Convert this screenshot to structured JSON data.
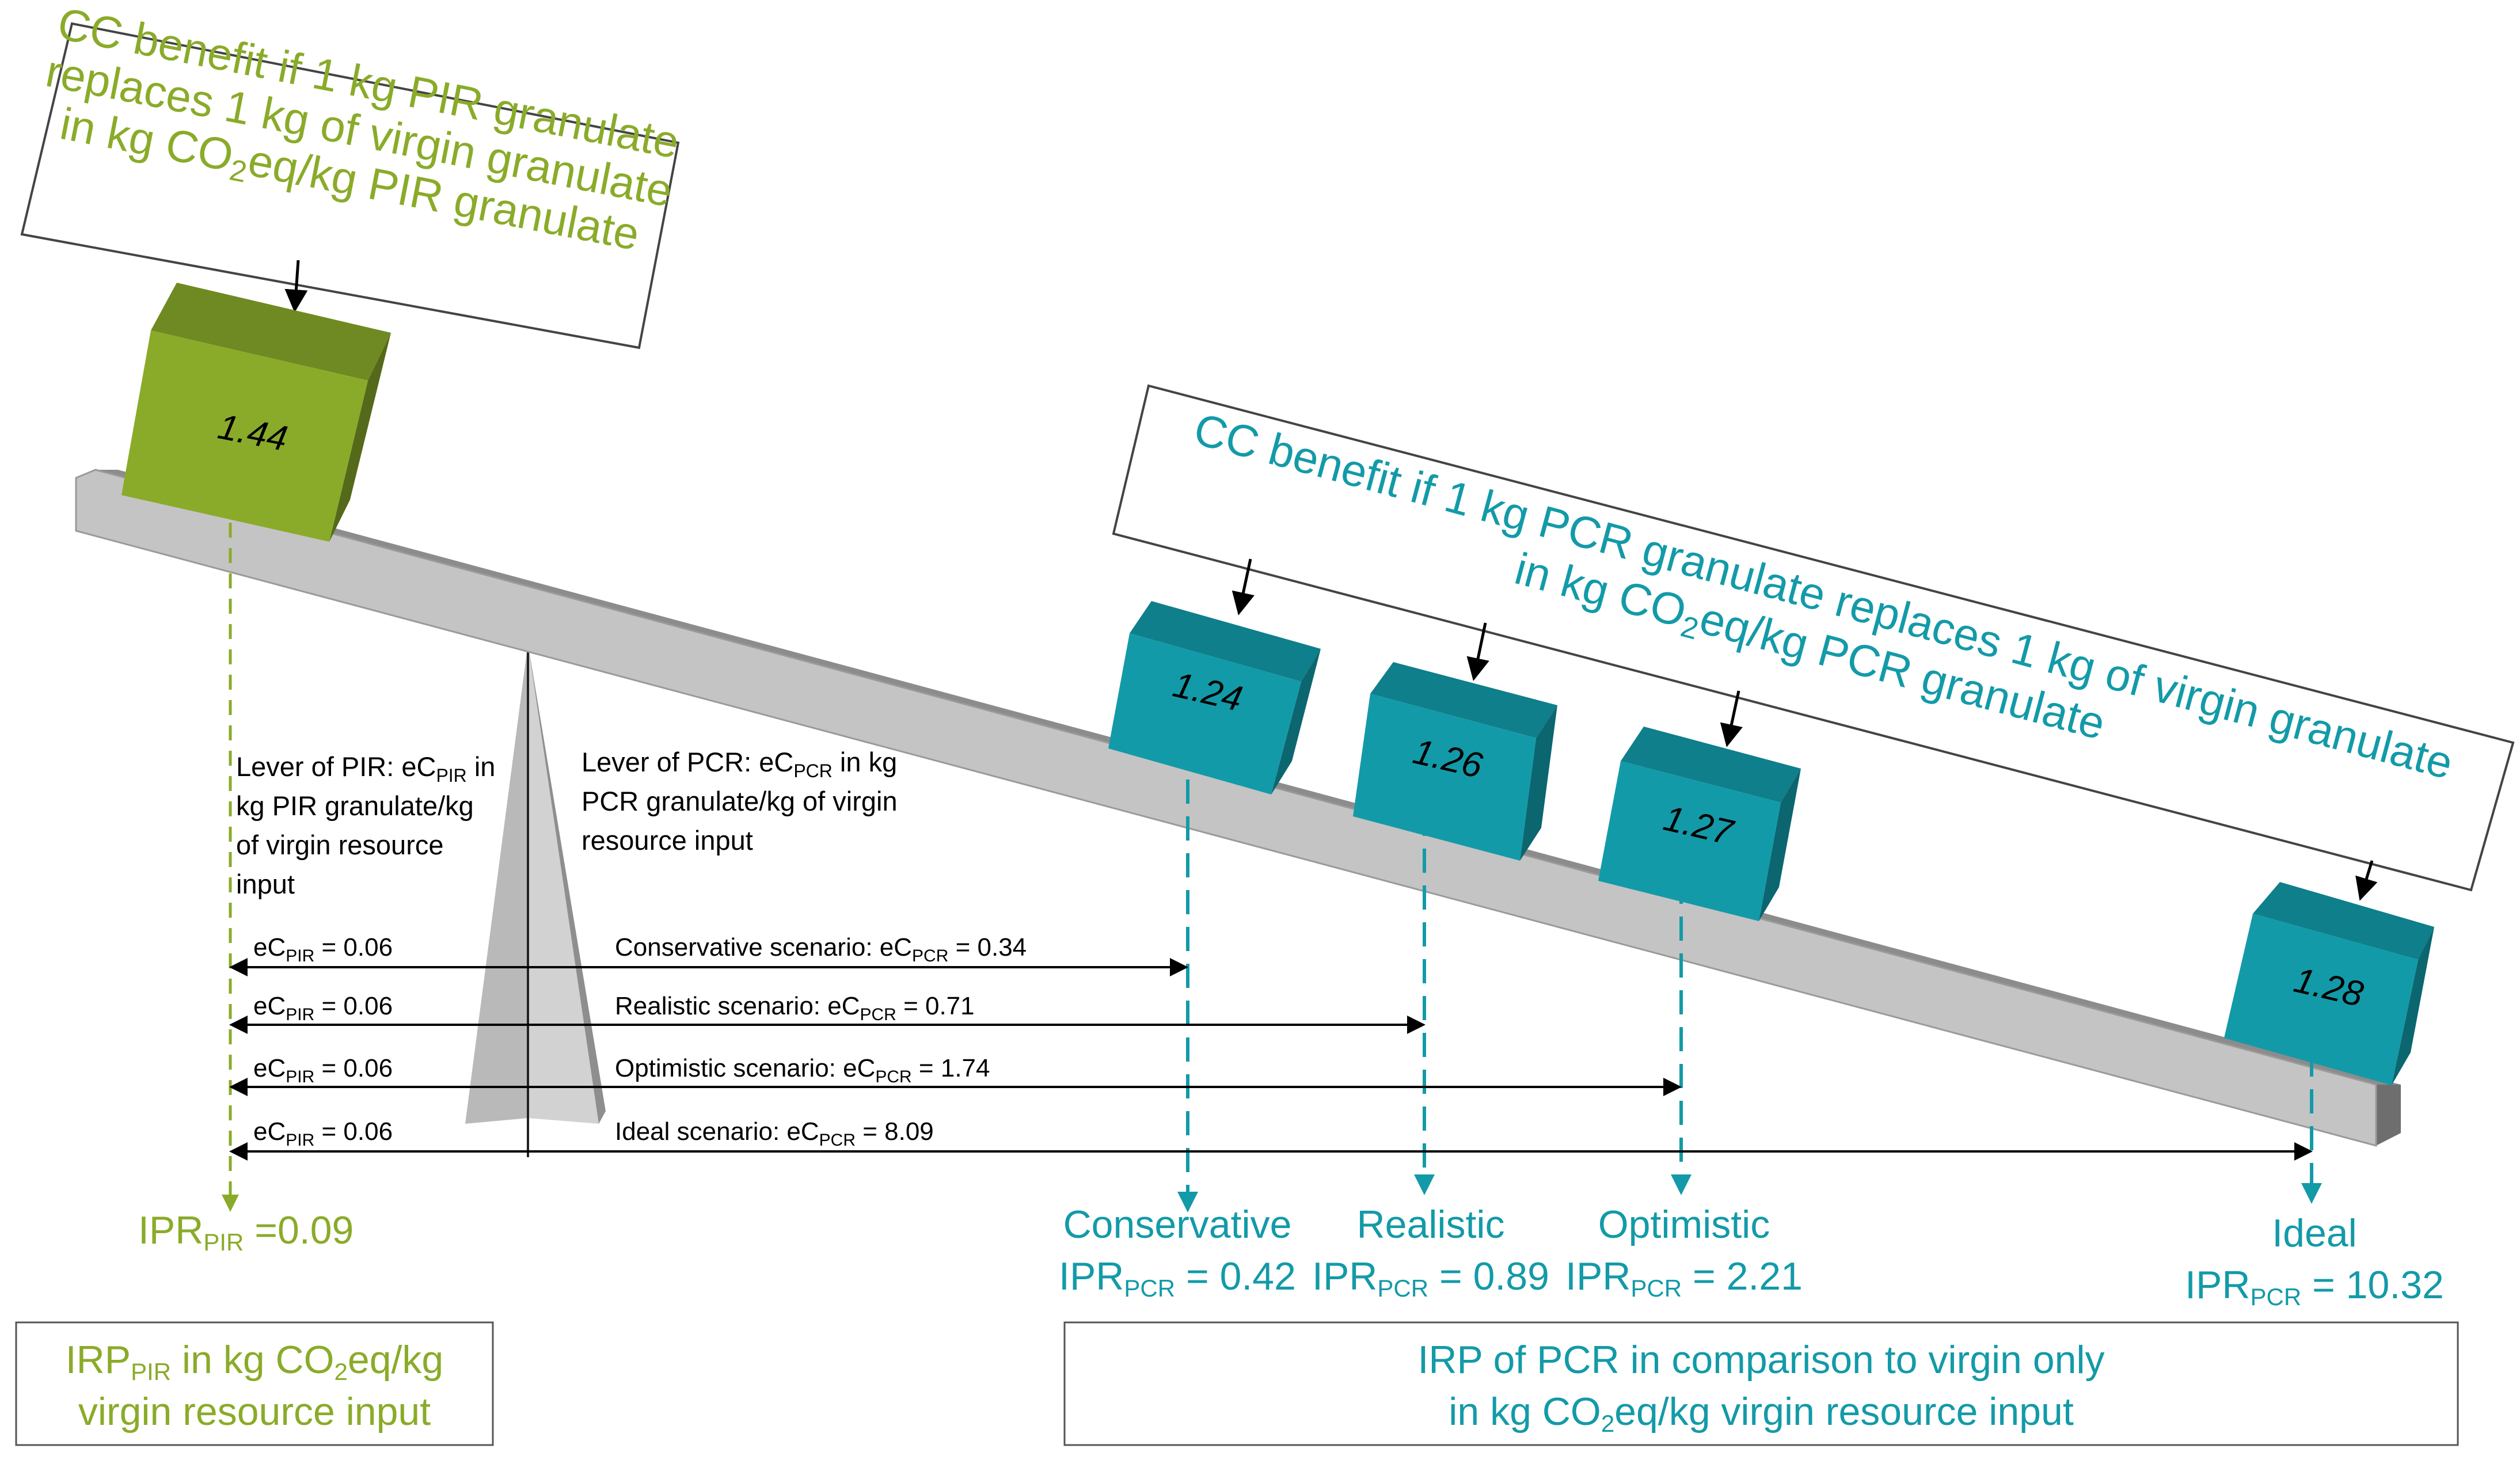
{
  "pir_callout": {
    "line1": "CC benefit if 1 kg PIR granulate",
    "line2": "replaces 1 kg of virgin granulate",
    "line3_a": "in kg CO",
    "line3_sub": "2",
    "line3_b": "eq/kg PIR granulate"
  },
  "pcr_callout": {
    "line1": "CC benefit if 1 kg PCR granulate replaces 1 kg of virgin granulate",
    "line2_a": "in kg CO",
    "line2_sub": "2",
    "line2_b": "eq/kg PCR granulate"
  },
  "blocks": {
    "pir": "1.44",
    "conservative": "1.24",
    "realistic": "1.26",
    "optimistic": "1.27",
    "ideal": "1.28"
  },
  "lever_pir": {
    "l1_a": "Lever of PIR: eC",
    "l1_sub": "PIR",
    "l1_b": " in",
    "l2": "kg PIR granulate/kg",
    "l3": "of virgin resource",
    "l4": "input"
  },
  "lever_pcr": {
    "l1_a": "Lever of PCR: eC",
    "l1_sub": "PCR",
    "l1_b": " in kg",
    "l2": "PCR granulate/kg of virgin",
    "l3": "resource input"
  },
  "ecpir": {
    "a": "eC",
    "sub": "PIR",
    "b": " = 0.06"
  },
  "scenarios": [
    {
      "a": "Conservative scenario: eC",
      "sub": "PCR",
      "b": " = 0.34"
    },
    {
      "a": "Realistic scenario: eC",
      "sub": "PCR",
      "b": " = 0.71"
    },
    {
      "a": "Optimistic scenario: eC",
      "sub": "PCR",
      "b": " = 1.74"
    },
    {
      "a": "Ideal scenario: eC",
      "sub": "PCR",
      "b": " = 8.09"
    }
  ],
  "ipr_pir": {
    "a": "IPR",
    "sub": "PIR",
    "b": " =0.09"
  },
  "ipr_pcr": [
    {
      "name": "Conservative",
      "a": "IPR",
      "sub": "PCR",
      "b": " = 0.42"
    },
    {
      "name": "Realistic",
      "a": "IPR",
      "sub": "PCR",
      "b": " = 0.89"
    },
    {
      "name": "Optimistic",
      "a": "IPR",
      "sub": "PCR",
      "b": " = 2.21"
    },
    {
      "name": "Ideal",
      "a": "IPR",
      "sub": "PCR",
      "b": " = 10.32"
    }
  ],
  "legend_pir": {
    "l1_a": "IRP",
    "l1_sub": "PIR",
    "l1_b": " in kg CO",
    "l1_sub2": "2",
    "l1_c": "eq/kg",
    "l2": "virgin resource input"
  },
  "legend_pcr": {
    "l1": "IRP of PCR in comparison to virgin only",
    "l2_a": "in kg CO",
    "l2_sub": "2",
    "l2_b": "eq/kg virgin resource input"
  },
  "colors": {
    "green": "#8aab29",
    "teal": "#139aa8",
    "beam": "#c4c4c4"
  }
}
